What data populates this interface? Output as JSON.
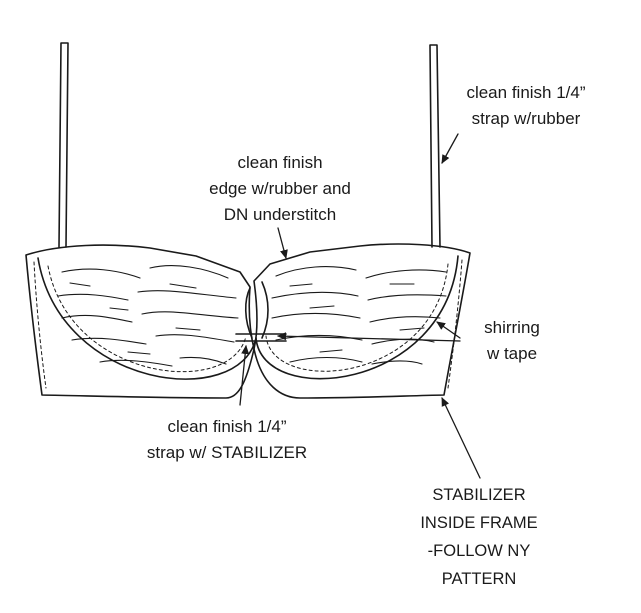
{
  "callouts": {
    "strap_rubber": {
      "line1": "clean finish 1/4”",
      "line2": "strap w/rubber"
    },
    "edge": {
      "line1": "clean finish",
      "line2": "edge w/rubber and",
      "line3": "DN understitch"
    },
    "shirring": {
      "line1": "shirring",
      "line2": "w tape"
    },
    "strap_stabilizer": {
      "line1": "clean finish 1/4”",
      "line2": "strap w/ STABILIZER"
    },
    "stabilizer_frame": {
      "line1": "STABILIZER",
      "line2": "INSIDE FRAME",
      "line3": "-FOLLOW NY",
      "line4": "PATTERN"
    }
  },
  "colors": {
    "line": "#1a1a1a",
    "background": "#ffffff"
  }
}
